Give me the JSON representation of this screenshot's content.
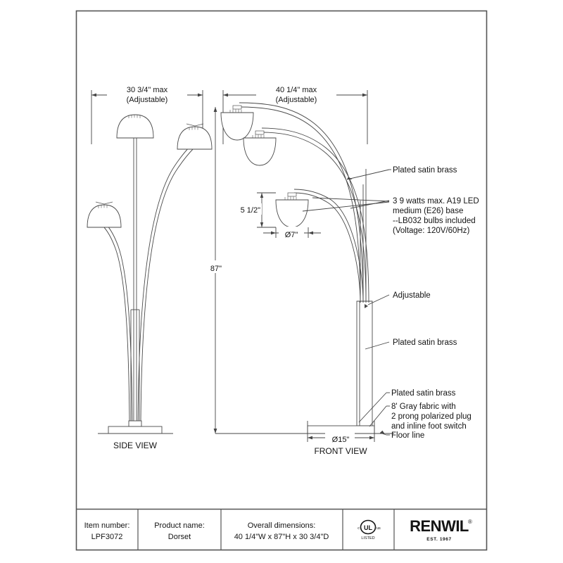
{
  "sheet": {
    "background": "#ffffff",
    "line_color": "#3a3a3a",
    "text_color": "#141414"
  },
  "drawing": {
    "side_view_label": "SIDE VIEW",
    "front_view_label": "FRONT VIEW"
  },
  "dimensions": {
    "side_width": {
      "line1": "30 3/4\" max",
      "line2": "(Adjustable)"
    },
    "front_width": {
      "line1": "40 1/4\" max",
      "line2": "(Adjustable)"
    },
    "height": "87\"",
    "shade_height": "5 1/2\"",
    "shade_diameter": "Ø7\"",
    "base_diameter": "Ø15\""
  },
  "callouts": [
    {
      "id": "plated-satin-brass-arm",
      "text": "Plated satin brass"
    },
    {
      "id": "bulb-spec",
      "lines": [
        "3 9 watts max. A19 LED",
        "medium (E26) base",
        "--LB032 bulbs included",
        "(Voltage: 120V/60Hz)"
      ]
    },
    {
      "id": "adjustable",
      "text": "Adjustable"
    },
    {
      "id": "plated-satin-brass-pole",
      "text": "Plated satin brass"
    },
    {
      "id": "plated-satin-brass-base",
      "text": "Plated satin brass"
    },
    {
      "id": "cord-spec",
      "lines": [
        "8' Gray fabric with",
        "2 prong polarized plug",
        "and inline foot switch"
      ]
    },
    {
      "id": "floor-line",
      "text": "Floor line"
    }
  ],
  "title_block": {
    "item_number": {
      "label": "Item number:",
      "value": "LPF3072"
    },
    "product_name": {
      "label": "Product name:",
      "value": "Dorset"
    },
    "overall_dimensions": {
      "label": "Overall dimensions:",
      "value": "40 1/4\"W x 87\"H x 30 3/4\"D"
    },
    "certification": {
      "left": "c",
      "mark": "UL",
      "right": "us",
      "caption": "LISTED"
    },
    "brand": {
      "name": "RENWIL",
      "registered": "®",
      "tagline": "EST. 1967"
    }
  }
}
